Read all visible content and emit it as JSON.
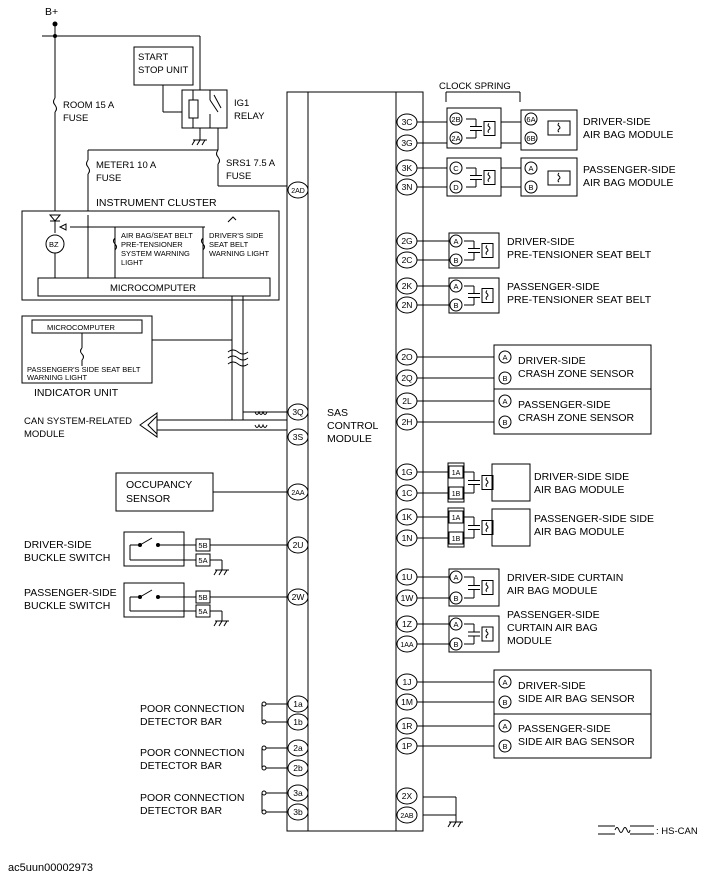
{
  "supply": "B+",
  "start_stop_unit": [
    "START",
    "STOP UNIT"
  ],
  "ig1_relay": [
    "IG1",
    "RELAY"
  ],
  "fuse_room": [
    "ROOM 15 A",
    "FUSE"
  ],
  "fuse_meter": [
    "METER1 10 A",
    "FUSE"
  ],
  "fuse_srs": [
    "SRS1 7.5 A",
    "FUSE"
  ],
  "instrument_cluster": "INSTRUMENT CLUSTER",
  "bz": "BZ",
  "cluster_light1": [
    "AIR BAG/SEAT BELT",
    "PRE-TENSIONER",
    "SYSTEM WARNING",
    "LIGHT"
  ],
  "cluster_light2": [
    "DRIVER'S SIDE",
    "SEAT BELT",
    "WARNING LIGHT"
  ],
  "microcomputer": "MICROCOMPUTER",
  "indicator_light": [
    "PASSENGER'S SIDE SEAT BELT",
    "WARNING LIGHT"
  ],
  "indicator_unit": "INDICATOR UNIT",
  "can_module": [
    "CAN SYSTEM-RELATED",
    "MODULE"
  ],
  "sas_module": [
    "SAS",
    "CONTROL",
    "MODULE"
  ],
  "occupancy_sensor": [
    "OCCUPANCY",
    "SENSOR"
  ],
  "driver_buckle": [
    "DRIVER-SIDE",
    "BUCKLE SWITCH"
  ],
  "passenger_buckle": [
    "PASSENGER-SIDE",
    "BUCKLE SWITCH"
  ],
  "poor_connection": [
    "POOR CONNECTION",
    "DETECTOR BAR"
  ],
  "clock_spring": "CLOCK SPRING",
  "left_pins": [
    "2AD",
    "3Q",
    "3S",
    "2AA",
    "2U",
    "2W",
    "1a",
    "1b",
    "2a",
    "2b",
    "3a",
    "3b"
  ],
  "right_pins": [
    "3C",
    "3G",
    "3K",
    "3N",
    "2G",
    "2C",
    "2K",
    "2N",
    "2O",
    "2Q",
    "2L",
    "2H",
    "1G",
    "1C",
    "1K",
    "1N",
    "1U",
    "1W",
    "1Z",
    "1AA",
    "1J",
    "1M",
    "1R",
    "1P",
    "2X",
    "2AB"
  ],
  "buckle_pins": [
    "5B",
    "5A"
  ],
  "connector_pins": {
    "cs_left": [
      "2B",
      "2A"
    ],
    "cs_right": [
      "6A",
      "6B"
    ],
    "cd": [
      "C",
      "D"
    ],
    "ab": [
      "A",
      "B"
    ],
    "side": [
      "1A",
      "1B"
    ]
  },
  "components": {
    "driver_airbag": [
      "DRIVER-SIDE",
      "AIR BAG MODULE"
    ],
    "passenger_airbag": [
      "PASSENGER-SIDE",
      "AIR BAG MODULE"
    ],
    "driver_pretensioner": [
      "DRIVER-SIDE",
      "PRE-TENSIONER SEAT BELT"
    ],
    "passenger_pretensioner": [
      "PASSENGER-SIDE",
      "PRE-TENSIONER SEAT BELT"
    ],
    "driver_crash": [
      "DRIVER-SIDE",
      "CRASH ZONE SENSOR"
    ],
    "passenger_crash": [
      "PASSENGER-SIDE",
      "CRASH ZONE SENSOR"
    ],
    "driver_side_airbag": [
      "DRIVER-SIDE SIDE",
      "AIR BAG MODULE"
    ],
    "passenger_side_airbag": [
      "PASSENGER-SIDE SIDE",
      "AIR BAG MODULE"
    ],
    "driver_curtain": [
      "DRIVER-SIDE CURTAIN",
      "AIR BAG MODULE"
    ],
    "passenger_curtain": [
      "PASSENGER-SIDE",
      "CURTAIN AIR BAG",
      "MODULE"
    ],
    "driver_side_sensor": [
      "DRIVER-SIDE",
      "SIDE AIR BAG SENSOR"
    ],
    "passenger_side_sensor": [
      "PASSENGER-SIDE",
      "SIDE AIR BAG SENSOR"
    ]
  },
  "legend": ": HS-CAN",
  "footer": "ac5uun00002973"
}
